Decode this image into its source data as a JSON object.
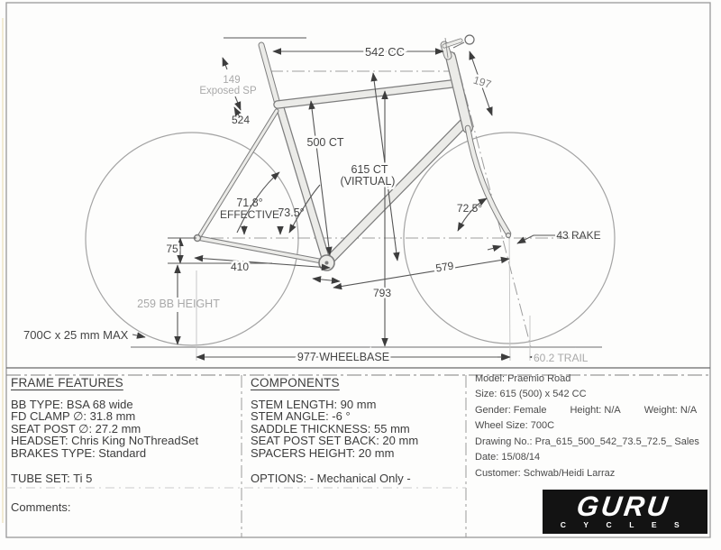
{
  "drawing": {
    "labels": {
      "tt_cc": "542 CC",
      "exposed_num": "149",
      "exposed_label": "Exposed SP",
      "saddle_524": "524",
      "head_197": "197",
      "seat_500": "500 CT",
      "virt_615": "615 CT",
      "virt_sub": "(VIRTUAL)",
      "eff_angle": "71.8°",
      "eff_label": "EFFECTIVE",
      "seat_angle": "73.5°",
      "head_angle": "72.5°",
      "rake": "43 RAKE",
      "bb_drop": "75",
      "chainstay": "410",
      "standover": "793",
      "front_center": "579",
      "bb_height": "259 BB HEIGHT",
      "tire": "700C x 25 mm MAX",
      "wheelbase": "977 WHEELBASE",
      "trail": "60.2 TRAIL"
    }
  },
  "panels": {
    "frame_features": {
      "title": "FRAME FEATURES",
      "items": [
        "BB TYPE: BSA 68 wide",
        "FD CLAMP ∅: 31.8 mm",
        "SEAT POST ∅: 27.2 mm",
        "HEADSET: Chris King NoThreadSet",
        "BRAKES TYPE: Standard"
      ],
      "tube_set": "TUBE SET: Ti 5",
      "comments": "Comments:"
    },
    "components": {
      "title": "COMPONENTS",
      "items": [
        "STEM LENGTH: 90 mm",
        "STEM ANGLE: -6 °",
        "SADDLE THICKNESS: 55 mm",
        "SEAT POST SET BACK: 20 mm",
        "SPACERS HEIGHT: 20 mm"
      ],
      "options": "OPTIONS: - Mechanical Only -"
    },
    "title_block": {
      "model": "Model: Praemio Road",
      "size": "Size: 615 (500) x 542 CC",
      "gender": "Gender: Female",
      "height": "Height: N/A",
      "weight": "Weight: N/A",
      "wheel_size": "Wheel Size: 700C",
      "drawing_no": "Drawing No.: Pra_615_500_542_73.5_72.5_ Sales",
      "date": "Date: 15/08/14",
      "customer": "Customer: Schwab/Heidi Larraz"
    }
  },
  "logo": {
    "brand": "GURU",
    "sub": "CYCLES"
  },
  "colors": {
    "dim_line": "#565656",
    "light_gray": "#a9a9a9",
    "tube_fill": "#ebebe8",
    "tube_edge": "#7d7d7d",
    "sheet": "#fdfdfc",
    "logo_bg": "#131313"
  }
}
